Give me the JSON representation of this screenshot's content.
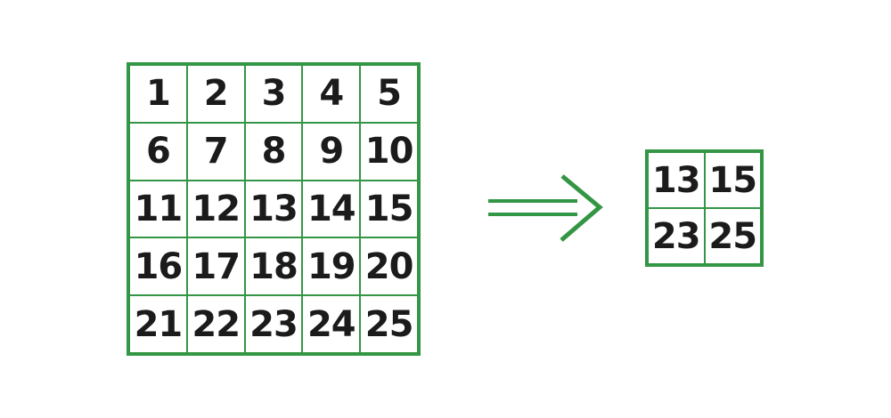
{
  "colors": {
    "grid_green": "#339645",
    "number_color": "#1b1b1b",
    "background": "#ffffff"
  },
  "input_grid": {
    "rows": 5,
    "cols": 5,
    "cells": [
      "1",
      "2",
      "3",
      "4",
      "5",
      "6",
      "7",
      "8",
      "9",
      "10",
      "11",
      "12",
      "13",
      "14",
      "15",
      "16",
      "17",
      "18",
      "19",
      "20",
      "21",
      "22",
      "23",
      "24",
      "25"
    ]
  },
  "arrow": {
    "icon": "double-line-right-arrow"
  },
  "output_grid": {
    "rows": 2,
    "cols": 2,
    "cells": [
      "13",
      "15",
      "23",
      "25"
    ]
  }
}
